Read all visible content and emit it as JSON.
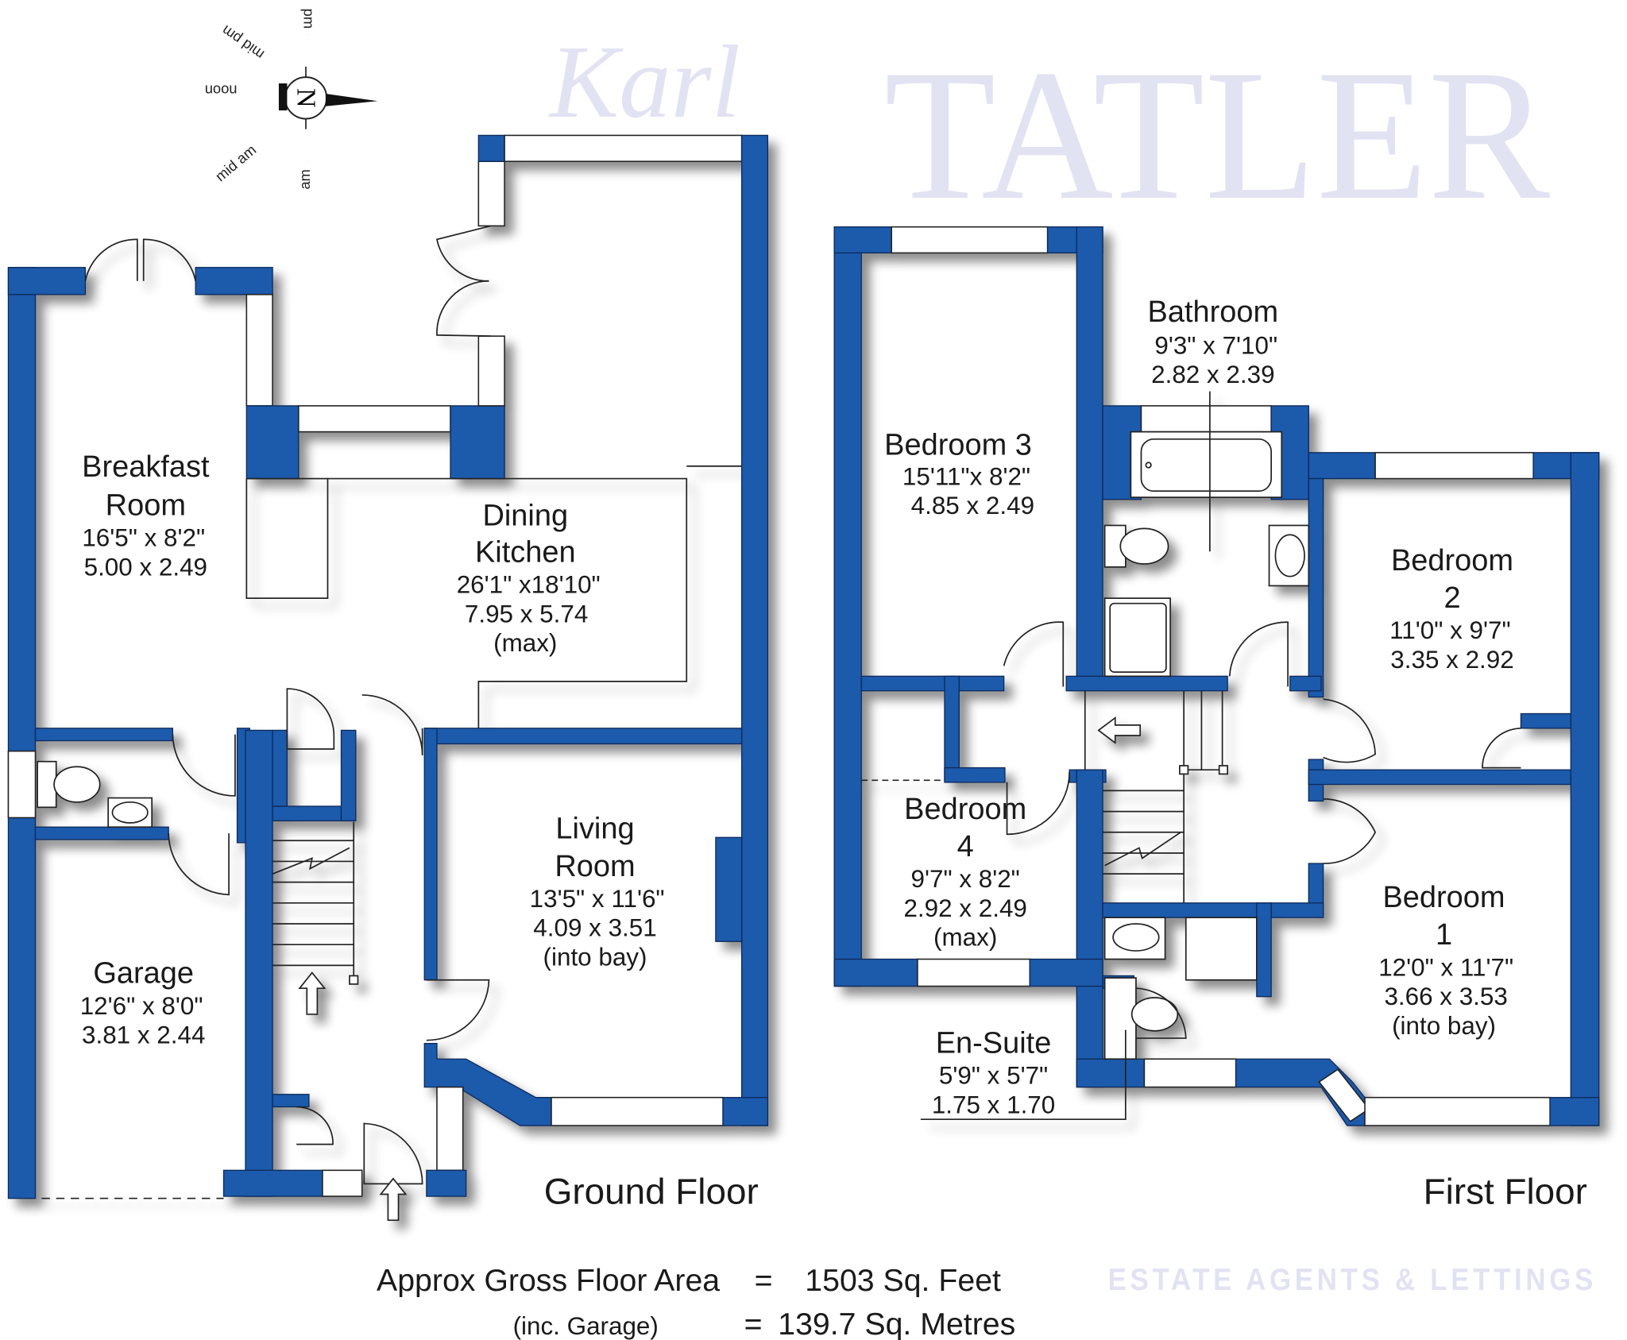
{
  "watermark": {
    "brand": "TATLER",
    "script": "Karl",
    "tagline": "ESTATE AGENTS & LETTINGS"
  },
  "compass": {
    "north": "N",
    "labels": [
      "pm",
      "mid pm",
      "noon",
      "mid am",
      "am"
    ]
  },
  "ground_floor": {
    "title": "Ground Floor",
    "rooms": [
      {
        "name": [
          "Breakfast",
          "Room"
        ],
        "imperial": "16'5\" x  8'2\"",
        "metric": "5.00  x  2.49"
      },
      {
        "name": [
          "Dining",
          "Kitchen"
        ],
        "imperial": "26'1\" x18'10\"",
        "metric": "7.95  x  5.74",
        "note": "(max)"
      },
      {
        "name": [
          "Living",
          "Room"
        ],
        "imperial": "13'5\" x 11'6\"",
        "metric": "4.09  x  3.51",
        "note": "(into bay)"
      },
      {
        "name": [
          "Garage"
        ],
        "imperial": "12'6\" x  8'0\"",
        "metric": "3.81  x  2.44"
      }
    ]
  },
  "first_floor": {
    "title": "First Floor",
    "rooms": [
      {
        "name": [
          "Bedroom 3"
        ],
        "imperial": "15'11\"x  8'2\"",
        "metric": "4.85  x  2.49"
      },
      {
        "name": [
          "Bathroom"
        ],
        "imperial": "9'3\"   x  7'10\"",
        "metric": "2.82  x  2.39"
      },
      {
        "name": [
          "Bedroom",
          "2"
        ],
        "imperial": "11'0\" x  9'7\"",
        "metric": "3.35  x  2.92"
      },
      {
        "name": [
          "Bedroom",
          "4"
        ],
        "imperial": "9'7\"   x  8'2\"",
        "metric": "2.92  x  2.49",
        "note": "(max)"
      },
      {
        "name": [
          "Bedroom",
          "1"
        ],
        "imperial": "12'0\" x 11'7\"",
        "metric": "3.66  x  3.53",
        "note": "(into bay)"
      },
      {
        "name": [
          "En-Suite"
        ],
        "imperial": "5'9\"   x  5'7\"",
        "metric": "1.75  x  1.70"
      }
    ]
  },
  "area": {
    "line1_label": "Approx Gross Floor Area",
    "line1_eq": "=",
    "line1_value": "1503  Sq. Feet",
    "line2_label": "(inc. Garage)",
    "line2_eq": "=",
    "line2_value": "139.7  Sq. Metres"
  },
  "colors": {
    "wall": "#1f5aab",
    "watermark": "#c9cdea"
  }
}
